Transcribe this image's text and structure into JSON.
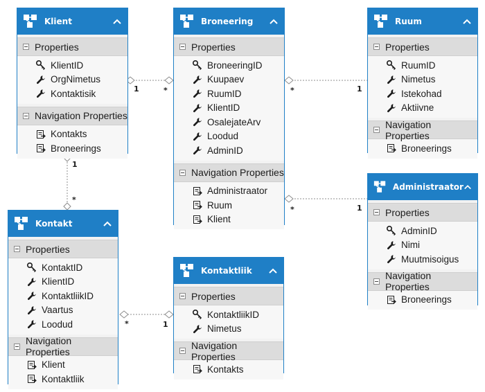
{
  "colors": {
    "header": "#1f7fc6",
    "body": "#f2f2f2",
    "section": "#dcdcdc",
    "link": "#8c8c8c"
  },
  "entities": [
    {
      "id": "klient",
      "title": "Klient",
      "properties_label": "Properties",
      "properties": [
        {
          "name": "KlientID",
          "icon": "key-icon"
        },
        {
          "name": "OrgNimetus",
          "icon": "wrench-icon"
        },
        {
          "name": "Kontaktisik",
          "icon": "wrench-icon"
        }
      ],
      "nav_label": "Navigation Properties",
      "nav": [
        {
          "name": "Kontakts"
        },
        {
          "name": "Broneerings"
        }
      ]
    },
    {
      "id": "broneering",
      "title": "Broneering",
      "properties_label": "Properties",
      "properties": [
        {
          "name": "BroneeringID",
          "icon": "key-icon"
        },
        {
          "name": "Kuupaev",
          "icon": "wrench-icon"
        },
        {
          "name": "RuumID",
          "icon": "wrench-icon"
        },
        {
          "name": "KlientID",
          "icon": "wrench-icon"
        },
        {
          "name": "OsalejateArv",
          "icon": "wrench-icon"
        },
        {
          "name": "Loodud",
          "icon": "wrench-icon"
        },
        {
          "name": "AdminID",
          "icon": "wrench-icon"
        }
      ],
      "nav_label": "Navigation Properties",
      "nav": [
        {
          "name": "Administraator"
        },
        {
          "name": "Ruum"
        },
        {
          "name": "Klient"
        }
      ]
    },
    {
      "id": "ruum",
      "title": "Ruum",
      "properties_label": "Properties",
      "properties": [
        {
          "name": "RuumID",
          "icon": "key-icon"
        },
        {
          "name": "Nimetus",
          "icon": "wrench-icon"
        },
        {
          "name": "Istekohad",
          "icon": "wrench-icon"
        },
        {
          "name": "Aktiivne",
          "icon": "wrench-icon"
        }
      ],
      "nav_label": "Navigation Properties",
      "nav": [
        {
          "name": "Broneerings"
        }
      ]
    },
    {
      "id": "administraator",
      "title": "Administraator",
      "properties_label": "Properties",
      "properties": [
        {
          "name": "AdminID",
          "icon": "key-icon"
        },
        {
          "name": "Nimi",
          "icon": "wrench-icon"
        },
        {
          "name": "Muutmisoigus",
          "icon": "wrench-icon"
        }
      ],
      "nav_label": "Navigation Properties",
      "nav": [
        {
          "name": "Broneerings"
        }
      ]
    },
    {
      "id": "kontakt",
      "title": "Kontakt",
      "properties_label": "Properties",
      "properties": [
        {
          "name": "KontaktID",
          "icon": "key-icon"
        },
        {
          "name": "KlientID",
          "icon": "wrench-icon"
        },
        {
          "name": "KontaktliikID",
          "icon": "wrench-icon"
        },
        {
          "name": "Vaartus",
          "icon": "wrench-icon"
        },
        {
          "name": "Loodud",
          "icon": "wrench-icon"
        }
      ],
      "nav_label": "Navigation Properties",
      "nav": [
        {
          "name": "Klient"
        },
        {
          "name": "Kontaktliik"
        }
      ]
    },
    {
      "id": "kontaktliik",
      "title": "Kontaktliik",
      "properties_label": "Properties",
      "properties": [
        {
          "name": "KontaktliikID",
          "icon": "key-icon"
        },
        {
          "name": "Nimetus",
          "icon": "wrench-icon"
        }
      ],
      "nav_label": "Navigation Properties",
      "nav": [
        {
          "name": "Kontakts"
        }
      ]
    }
  ],
  "associations": [
    {
      "from": "klient",
      "to": "broneering",
      "from_mult": "1",
      "to_mult": "*"
    },
    {
      "from": "broneering",
      "to": "ruum",
      "from_mult": "*",
      "to_mult": "1"
    },
    {
      "from": "broneering",
      "to": "administraator",
      "from_mult": "*",
      "to_mult": "1"
    },
    {
      "from": "klient",
      "to": "kontakt",
      "from_mult": "1",
      "to_mult": "*"
    },
    {
      "from": "kontakt",
      "to": "kontaktliik",
      "from_mult": "*",
      "to_mult": "1"
    }
  ]
}
